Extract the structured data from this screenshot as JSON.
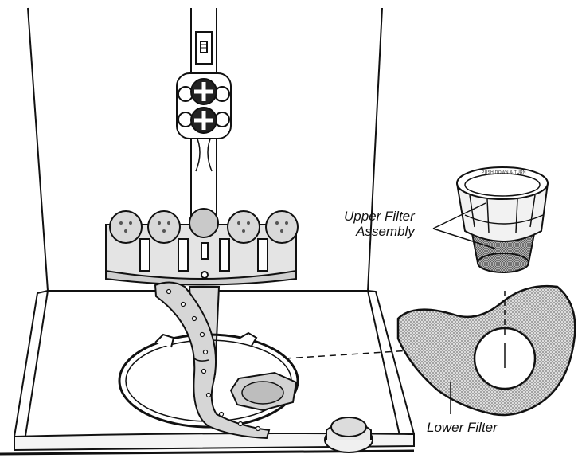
{
  "labels": {
    "upper_filter_line1": "Upper Filter",
    "upper_filter_line2": "Assembly",
    "lower_filter": "Lower Filter"
  },
  "upper_filter_ring_text": "PUSH DOWN & TURN",
  "colors": {
    "line": "#111111",
    "fill_light": "#e6e6e6",
    "fill_mid": "#cfcfcf",
    "mesh": "#9a9a9a",
    "background": "#ffffff"
  }
}
